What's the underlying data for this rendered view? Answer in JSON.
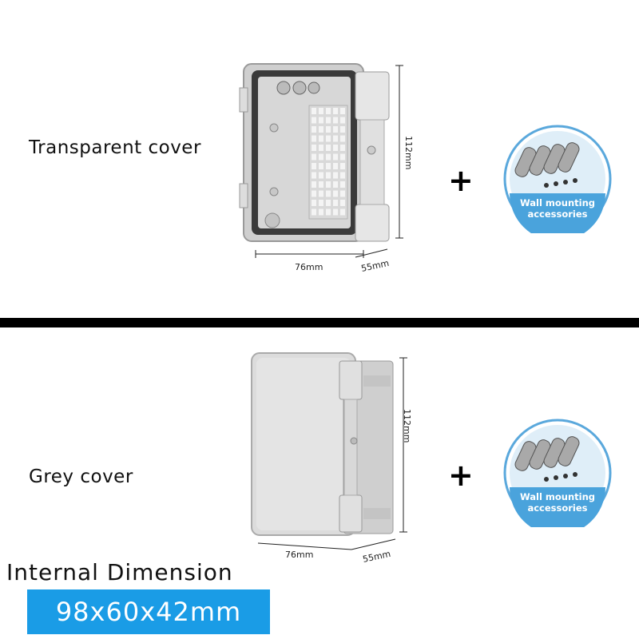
{
  "top": {
    "label": "Transparent cover",
    "plus": "+",
    "dims": {
      "width": "76mm",
      "depth": "55mm",
      "height": "112mm"
    },
    "badge": {
      "line1": "Wall mounting",
      "line2": "accessories"
    }
  },
  "bottom": {
    "label": "Grey cover",
    "plus": "+",
    "dims": {
      "width": "76mm",
      "depth": "55mm",
      "height": "112mm"
    },
    "badge": {
      "line1": "Wall mounting",
      "line2": "accessories"
    }
  },
  "internal": {
    "title": "Internal Dimension",
    "value": "98x60x42mm"
  },
  "colors": {
    "accent": "#1a9ce6",
    "divider": "#000000",
    "badge_ring": "#5aa8dc"
  }
}
